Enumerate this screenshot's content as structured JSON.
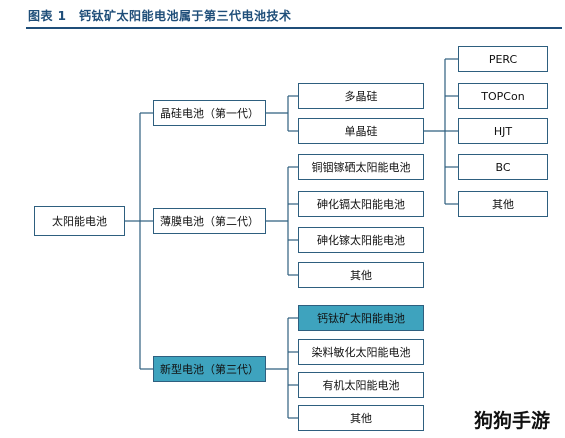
{
  "figure": {
    "title": "图表 1　钙钛矿太阳能电池属于第三代电池技术"
  },
  "diagram": {
    "root": {
      "label": "太阳能电池"
    },
    "generations": [
      {
        "label": "晶硅电池（第一代）"
      },
      {
        "label": "薄膜电池（第二代）"
      },
      {
        "label": "新型电池（第三代）"
      }
    ],
    "gen1_children": [
      {
        "label": "多晶硅"
      },
      {
        "label": "单晶硅"
      }
    ],
    "gen2_children": [
      {
        "label": "铜铟镓硒太阳能电池"
      },
      {
        "label": "砷化镉太阳能电池"
      },
      {
        "label": "砷化镓太阳能电池"
      },
      {
        "label": "其他"
      }
    ],
    "gen3_children": [
      {
        "label": "钙钛矿太阳能电池"
      },
      {
        "label": "染料敏化太阳能电池"
      },
      {
        "label": "有机太阳能电池"
      },
      {
        "label": "其他"
      }
    ],
    "mono_children": [
      {
        "label": "PERC"
      },
      {
        "label": "TOPCon"
      },
      {
        "label": "HJT"
      },
      {
        "label": "BC"
      },
      {
        "label": "其他"
      }
    ],
    "highlight_color": "#3ea3be",
    "line_color": "#2e5f7f"
  },
  "watermark": {
    "text": "狗狗手游"
  }
}
